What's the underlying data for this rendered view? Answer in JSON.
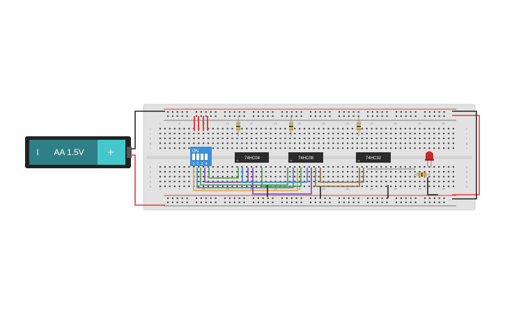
{
  "battery": {
    "label": "AA 1.5V",
    "minus_symbol": "I",
    "plus_symbol": "+"
  },
  "breadboard": {
    "column_numbers": [
      "1",
      "5",
      "10",
      "15",
      "20",
      "25",
      "30",
      "35",
      "40",
      "45",
      "50",
      "55",
      "60"
    ],
    "row_letters_top": [
      "j",
      "i",
      "h",
      "g",
      "f"
    ],
    "row_letters_bottom": [
      "e",
      "d",
      "c",
      "b",
      "a"
    ]
  },
  "dip_switch": {
    "on_label": "ON",
    "switch_numbers": [
      "1",
      "2",
      "3",
      "4"
    ]
  },
  "chips": [
    {
      "label": "74HC04"
    },
    {
      "label": "74HC08"
    },
    {
      "label": "74HC32"
    }
  ],
  "led": {
    "color": "#c62828"
  },
  "colors": {
    "board": "#e2e2e2",
    "battery_body": "#2e7f86",
    "battery_plus": "#45c8cc",
    "wire_red": "#e53935",
    "wire_black": "#222222",
    "wire_green": "#43a047",
    "wire_purple": "#7b3fb5",
    "wire_blue": "#2f80d0",
    "wire_orange": "#f0a030",
    "wire_brown": "#8d6e4c",
    "wire_gray": "#9e9e9e",
    "dip_body": "#3d8fd6",
    "chip_body": "#2b2b2b"
  }
}
